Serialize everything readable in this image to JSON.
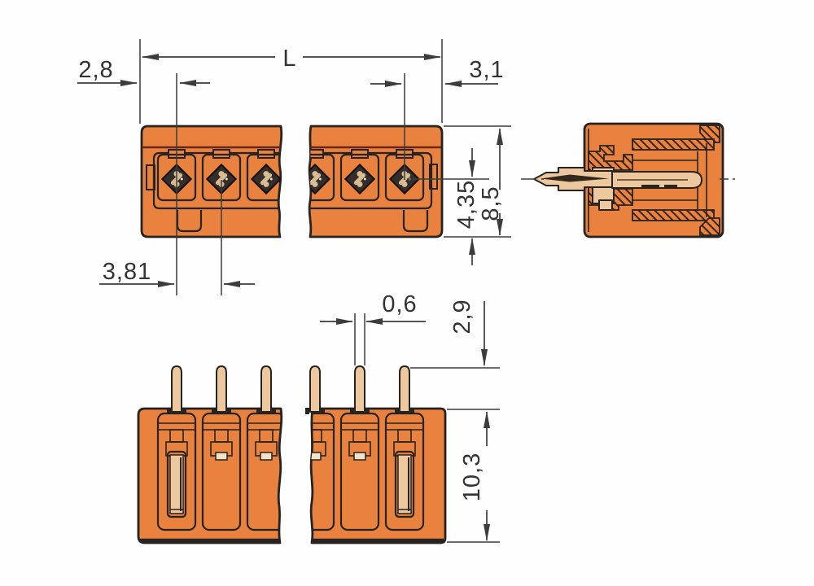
{
  "drawing": {
    "component": "male-header-connector",
    "views": {
      "front": "front",
      "side": "side-section",
      "bottom": "pin-side"
    },
    "dimensions": {
      "total_length": "L",
      "left_edge_to_pin": "2,8",
      "pin_to_right_edge": "3,1",
      "pin_pitch": "3,81",
      "height_overall": "8,5",
      "center_to_bottom": "4,35",
      "pin_width": "0,6",
      "pin_protrusion": "2,9",
      "housing_depth": "10,3"
    },
    "colors": {
      "housing_orange": "#E8823E",
      "contact_tan": "#EDC89E",
      "outline": "#262321",
      "dimension_lines": "#3C3C3C",
      "seam_accent": "#6E2518",
      "background": "#FFFFFF"
    }
  }
}
